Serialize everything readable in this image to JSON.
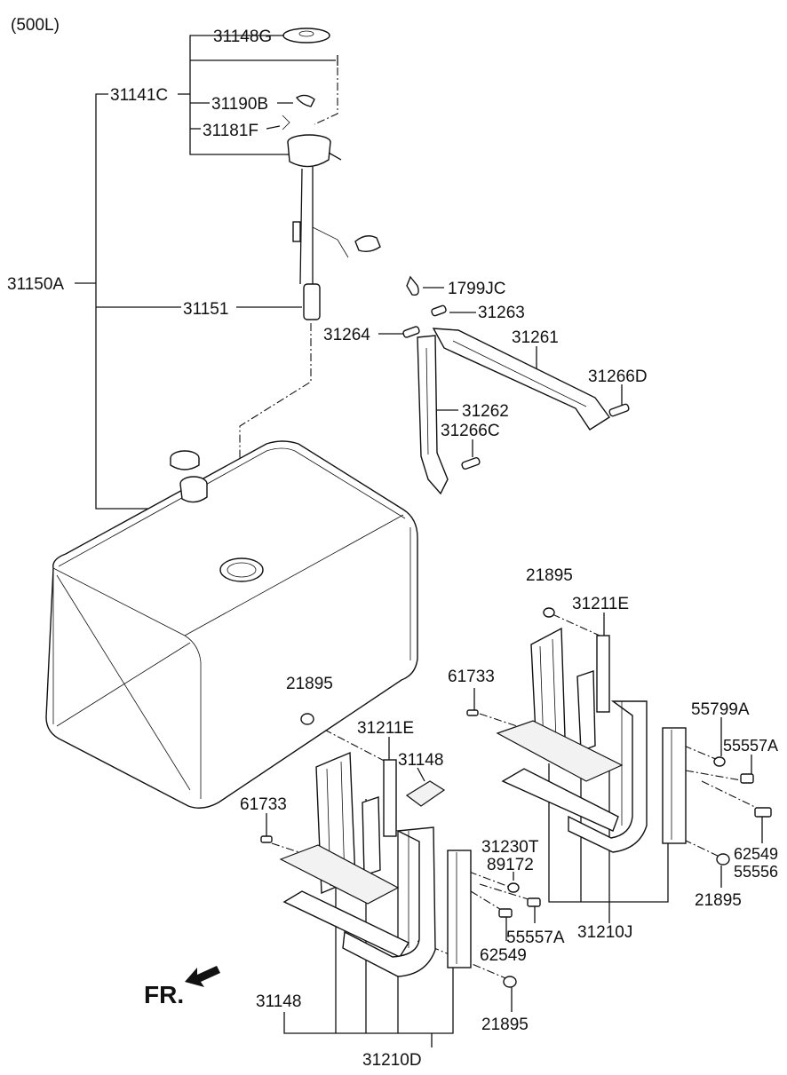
{
  "diagram": {
    "variant_label": "(500L)",
    "direction_label": "FR.",
    "part_labels": {
      "p31148G": "31148G",
      "p31141C": "31141C",
      "p31190B": "31190B",
      "p31181F": "31181F",
      "p31150A": "31150A",
      "p31151": "31151",
      "p1799JC": "1799JC",
      "p31263": "31263",
      "p31264": "31264",
      "p31261": "31261",
      "p31266D": "31266D",
      "p31262": "31262",
      "p31266C": "31266C",
      "p21895_a": "21895",
      "p31211E_a": "31211E",
      "p61733_a": "61733",
      "p55799A": "55799A",
      "p55557A_a": "55557A",
      "p62549_a": "62549",
      "p55556": "55556",
      "p21895_b": "21895",
      "p21895_c": "21895",
      "p31211E_b": "31211E",
      "p31148_a": "31148",
      "p61733_b": "61733",
      "p31230T": "31230T",
      "p89172": "89172",
      "p55557A_b": "55557A",
      "p31210J": "31210J",
      "p62549_b": "62549",
      "p31148_b": "31148",
      "p21895_d": "21895",
      "p31210D": "31210D"
    }
  }
}
